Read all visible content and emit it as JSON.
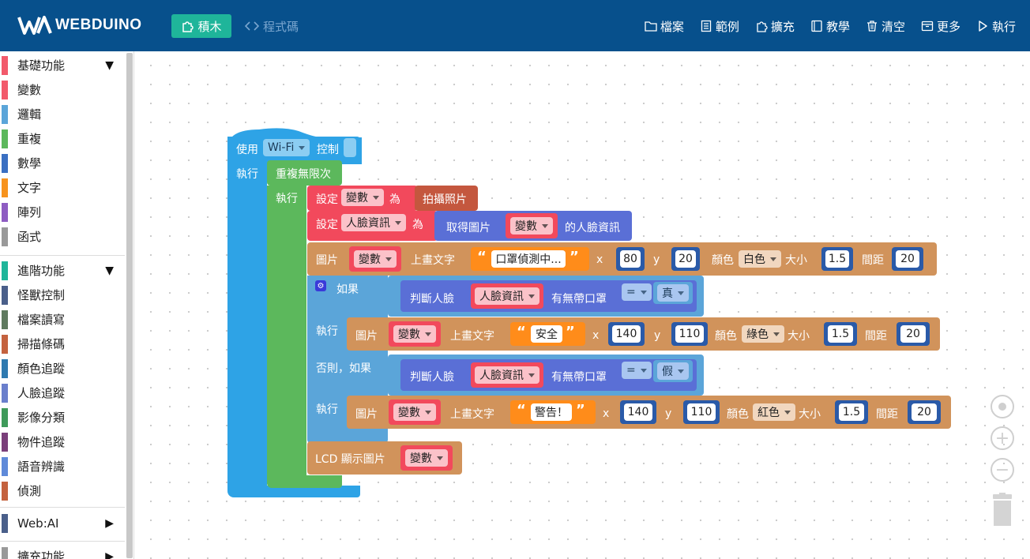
{
  "header": {
    "brand": "WEBDUINO",
    "tab_blocks": "積木",
    "tab_code": "程式碼",
    "menu": [
      {
        "label": "檔案",
        "icon": "folder-icon"
      },
      {
        "label": "範例",
        "icon": "document-icon"
      },
      {
        "label": "擴充",
        "icon": "puzzle-icon"
      },
      {
        "label": "教學",
        "icon": "book-icon"
      },
      {
        "label": "清空",
        "icon": "trash-icon"
      },
      {
        "label": "更多",
        "icon": "inbox-icon"
      },
      {
        "label": "執行",
        "icon": "play-icon"
      }
    ]
  },
  "sidebar": {
    "basic_header": "基礎功能",
    "basic": [
      {
        "label": "變數",
        "color": "#f25a6b"
      },
      {
        "label": "邏輯",
        "color": "#5ba5d9"
      },
      {
        "label": "重複",
        "color": "#5cb85c"
      },
      {
        "label": "數學",
        "color": "#3a6fc2"
      },
      {
        "label": "文字",
        "color": "#f7931e"
      },
      {
        "label": "陣列",
        "color": "#8e5cc2"
      },
      {
        "label": "函式",
        "color": "#999999"
      }
    ],
    "advanced_header": "進階功能",
    "advanced": [
      {
        "label": "怪獸控制",
        "color": "#4a5f8a"
      },
      {
        "label": "檔案讀寫",
        "color": "#5f7a5f"
      },
      {
        "label": "掃描條碼",
        "color": "#c4623f"
      },
      {
        "label": "顏色追蹤",
        "color": "#2f7ab0"
      },
      {
        "label": "人臉追蹤",
        "color": "#6a7fcc"
      },
      {
        "label": "影像分類",
        "color": "#3f9a5a"
      },
      {
        "label": "物件追蹤",
        "color": "#7a3f7a"
      },
      {
        "label": "語音辨識",
        "color": "#5f8ad9"
      },
      {
        "label": "偵測",
        "color": "#c4623f"
      }
    ],
    "webai": "Web:AI",
    "ext": "擴充功能",
    "arrow_down": "▼",
    "arrow_right": "▶"
  },
  "blocks": {
    "use": "使用",
    "wifi": "Wi-Fi",
    "control": "控制",
    "exec": "執行",
    "repeat_forever": "重複無限次",
    "set": "設定",
    "var": "變數",
    "as": "為",
    "take_photo": "拍攝照片",
    "face_info": "人臉資訊",
    "get_image": "取得圖片",
    "face_info_of": "的人臉資訊",
    "image": "圖片",
    "draw_text": "上畫文字",
    "detecting_text": "口罩偵測中...",
    "x": "x",
    "y": "y",
    "color": "顏色",
    "size": "大小",
    "spacing": "間距",
    "white": "白色",
    "green": "綠色",
    "red": "紅色",
    "x1": "80",
    "y1": "20",
    "size1": "1.5",
    "space1": "20",
    "if": "如果",
    "judge_face": "判斷人臉",
    "has_mask": "有無帶口罩",
    "eq": "=",
    "true": "真",
    "false": "假",
    "safe_text": "安全",
    "x2": "140",
    "y2": "110",
    "size2": "1.5",
    "space2": "20",
    "else_if": "否則，如果",
    "warn_text": "警告！",
    "x3": "140",
    "y3": "110",
    "size3": "1.5",
    "space3": "20",
    "lcd_show": "LCD 顯示圖片",
    "quote_open": "“",
    "quote_close": "”"
  }
}
